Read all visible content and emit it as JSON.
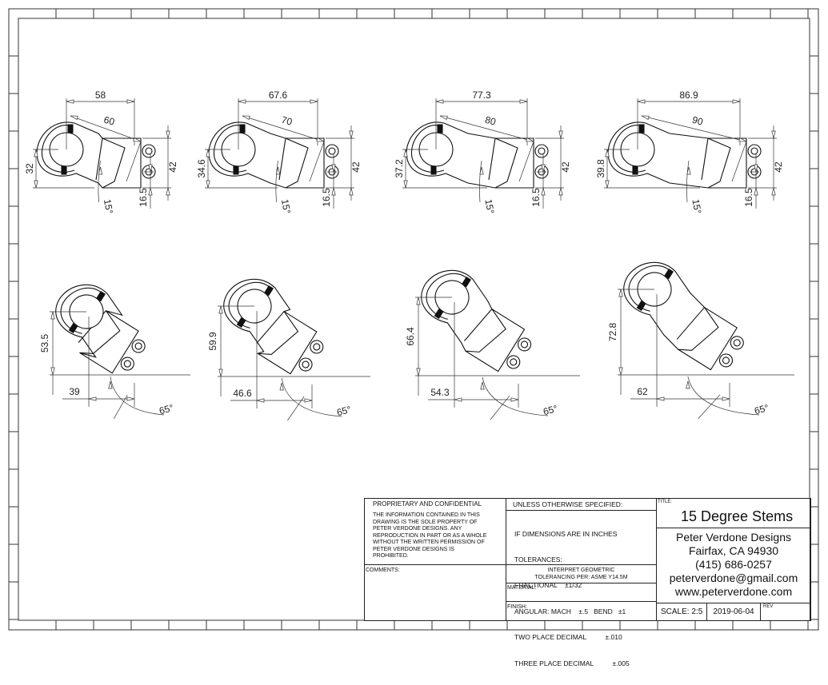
{
  "top_views": [
    {
      "length": "58",
      "reach": "60",
      "clamp_height": "32",
      "face_height": "42",
      "offset": "16.5",
      "angle": "15°"
    },
    {
      "length": "67.6",
      "reach": "70",
      "clamp_height": "34.6",
      "face_height": "42",
      "offset": "16.5",
      "angle": "15°"
    },
    {
      "length": "77.3",
      "reach": "80",
      "clamp_height": "37.2",
      "face_height": "42",
      "offset": "16.5",
      "angle": "15°"
    },
    {
      "length": "86.9",
      "reach": "90",
      "clamp_height": "39.8",
      "face_height": "42",
      "offset": "16.5",
      "angle": "15°"
    }
  ],
  "bottom_views": [
    {
      "stack": "53.5",
      "reach": "39",
      "angle": "65°"
    },
    {
      "stack": "59.9",
      "reach": "46.6",
      "angle": "65°"
    },
    {
      "stack": "66.4",
      "reach": "54.3",
      "angle": "65°"
    },
    {
      "stack": "72.8",
      "reach": "62",
      "angle": "65°"
    }
  ],
  "title_block": {
    "proprietary_header": "PROPRIETARY AND CONFIDENTIAL",
    "proprietary_lines": [
      "THE INFORMATION CONTAINED IN THIS",
      "DRAWING IS THE SOLE PROPERTY OF",
      "PETER VERDONE DESIGNS.  ANY",
      "REPRODUCTION IN PART OR AS A WHOLE",
      "WITHOUT THE WRITTEN PERMISSION OF",
      "PETER VERDONE DESIGNS IS",
      "PROHIBITED."
    ],
    "comments_label": "COMMENTS:",
    "unless_header": "UNLESS OTHERWISE SPECIFIED:",
    "tolerance_lines": [
      "IF DIMENSIONS ARE IN INCHES",
      "TOLERANCES:",
      "FRACTIONAL    ±1/32",
      "ANGULAR: MACH    ±.5   BEND   ±1",
      "TWO PLACE DECIMAL          ±.010",
      "THREE PLACE DECIMAL          ±.005"
    ],
    "geometric_line1": "INTERPRET GEOMETRIC",
    "geometric_line2": "TOLERANCING PER: ASME Y14.5M",
    "material_label": "MATERIAL:",
    "finish_label": "FINISH:",
    "title_label": "TITLE:",
    "title": "15 Degree Stems",
    "company_lines": [
      "Peter Verdone Designs",
      "Fairfax, CA 94930",
      "(415) 686-0257",
      "peterverdone@gmail.com",
      "www.peterverdone.com"
    ],
    "scale": "SCALE: 2:5",
    "date": "2019-06-04",
    "rev_label": "REV"
  }
}
